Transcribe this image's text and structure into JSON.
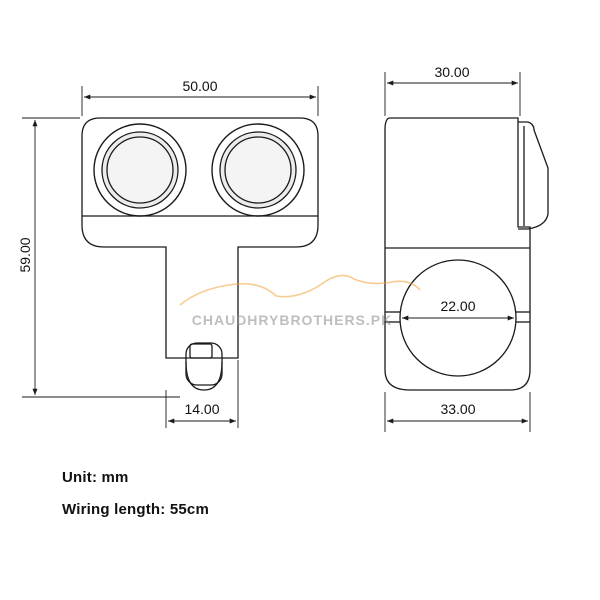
{
  "dimensions": {
    "front_width": "50.00",
    "front_height": "59.00",
    "stem_width": "14.00",
    "side_width_top": "30.00",
    "side_width_bottom": "33.00",
    "clamp_diameter": "22.00"
  },
  "watermark": {
    "text": "CHAUDHRYBROTHERS.PK",
    "color": "#f2a13a"
  },
  "notes": {
    "unit": "Unit: mm",
    "wiring": "Wiring length: 55cm"
  },
  "colors": {
    "line": "#1a1a1a",
    "socket_fill": "#ececec"
  }
}
